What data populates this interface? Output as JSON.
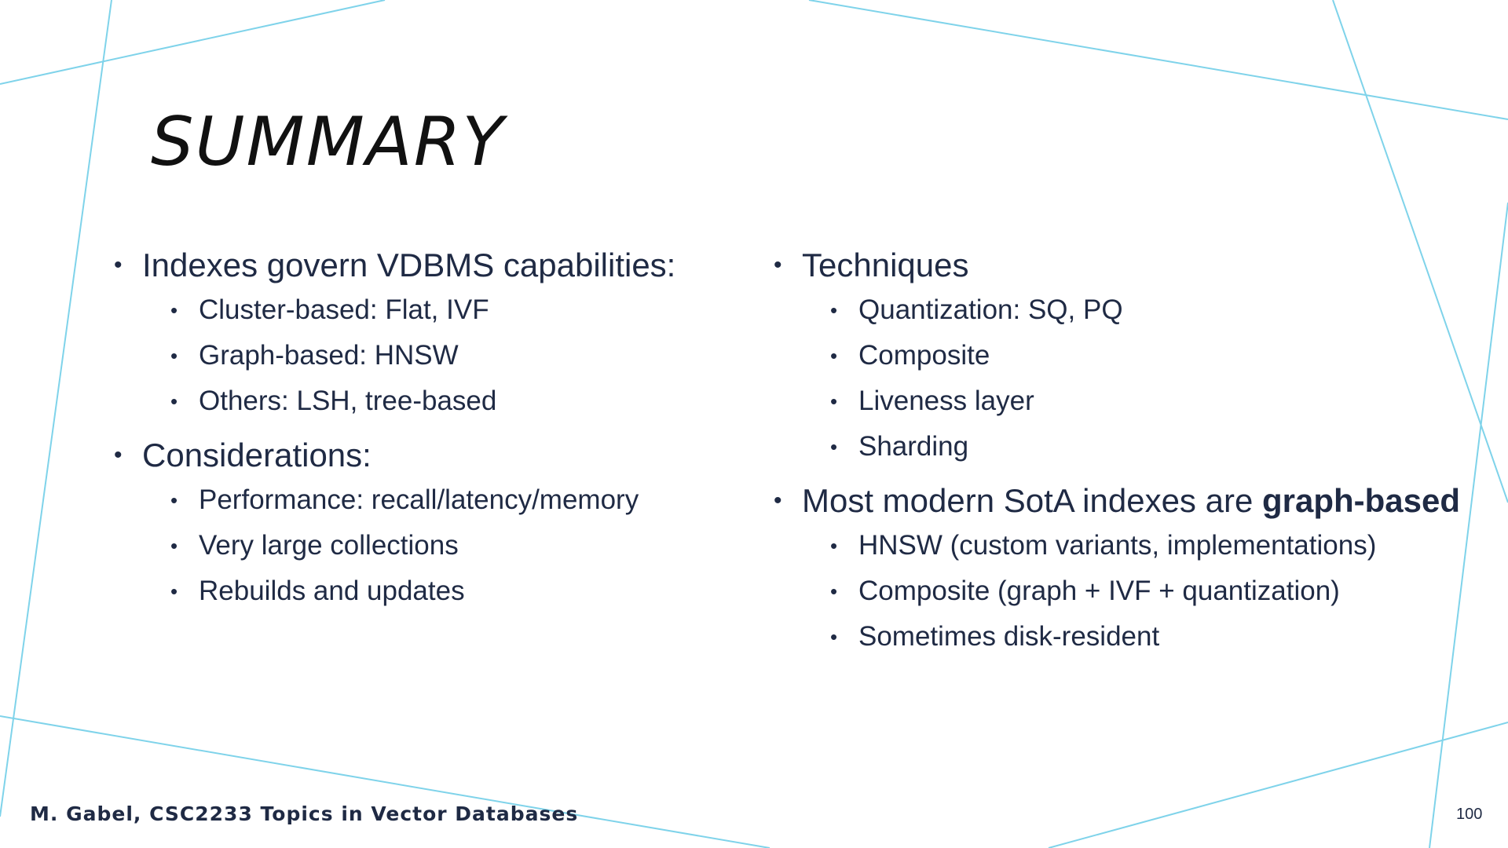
{
  "slide": {
    "title": "SUMMARY",
    "footer": "M. Gabel, CSC2233 Topics in Vector Databases",
    "page_number": "100"
  },
  "left": {
    "indexes": {
      "label": "Indexes govern VDBMS capabilities:",
      "items": [
        "Cluster-based: Flat, IVF",
        "Graph-based: HNSW",
        "Others: LSH, tree-based"
      ]
    },
    "considerations": {
      "label": "Considerations:",
      "items": [
        "Performance: recall/latency/memory",
        "Very large collections",
        "Rebuilds and updates"
      ]
    }
  },
  "right": {
    "techniques": {
      "label": "Techniques",
      "items": [
        "Quantization: SQ, PQ",
        "Composite",
        "Liveness layer",
        "Sharding"
      ]
    },
    "modern": {
      "label_prefix": "Most modern SotA indexes are ",
      "label_emphasis": "graph-based",
      "items": [
        "HNSW (custom variants, implementations)",
        "Composite (graph + IVF + quantization)",
        "Sometimes disk-resident"
      ]
    }
  },
  "theme": {
    "line_color": "#7fd3ea",
    "text_color": "#1f2a44"
  }
}
